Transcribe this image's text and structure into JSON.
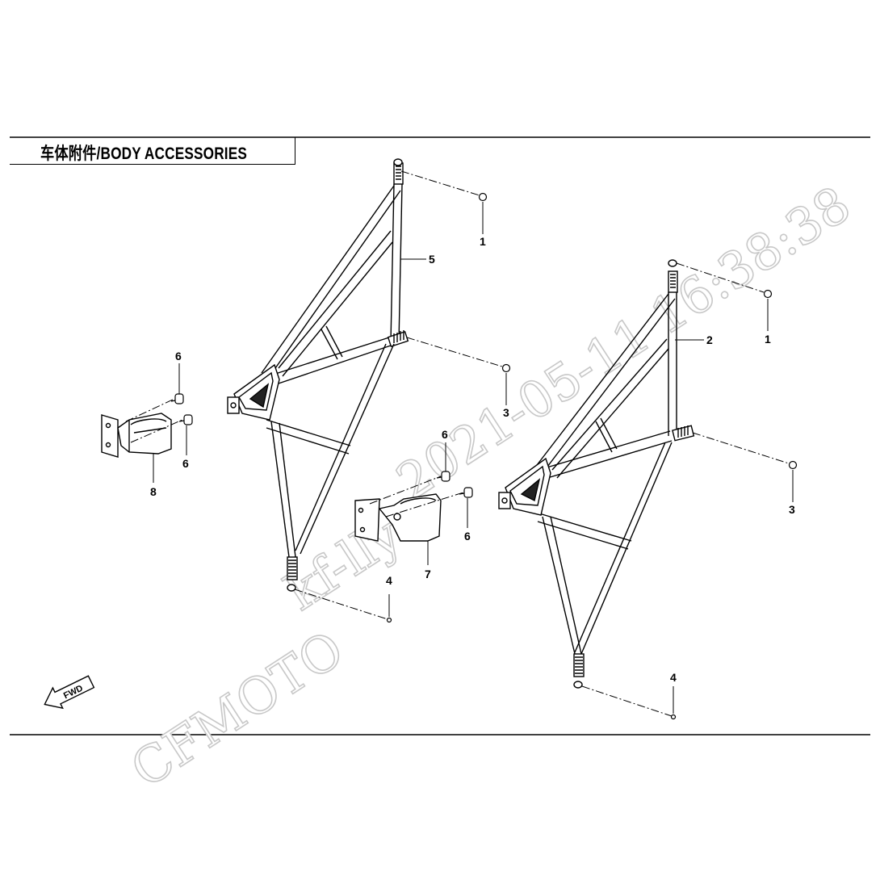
{
  "header": {
    "title": "车体附件/BODY ACCESSORIES"
  },
  "watermark": {
    "brand": "CFMOTO",
    "user": "kf-lly",
    "date": "2021-05-11",
    "time": "16:38:38"
  },
  "direction_arrow": {
    "label": "FWD"
  },
  "callouts": [
    {
      "id": "c1a",
      "label": "1"
    },
    {
      "id": "c1b",
      "label": "1"
    },
    {
      "id": "c2",
      "label": "2"
    },
    {
      "id": "c3a",
      "label": "3"
    },
    {
      "id": "c3b",
      "label": "3"
    },
    {
      "id": "c4a",
      "label": "4"
    },
    {
      "id": "c4b",
      "label": "4"
    },
    {
      "id": "c5",
      "label": "5"
    },
    {
      "id": "c6a",
      "label": "6"
    },
    {
      "id": "c6b",
      "label": "6"
    },
    {
      "id": "c6c",
      "label": "6"
    },
    {
      "id": "c6d",
      "label": "6"
    },
    {
      "id": "c7",
      "label": "7"
    },
    {
      "id": "c8",
      "label": "8"
    }
  ],
  "colors": {
    "line": "#000000",
    "watermark": "#c8c8c8",
    "background": "#ffffff"
  }
}
